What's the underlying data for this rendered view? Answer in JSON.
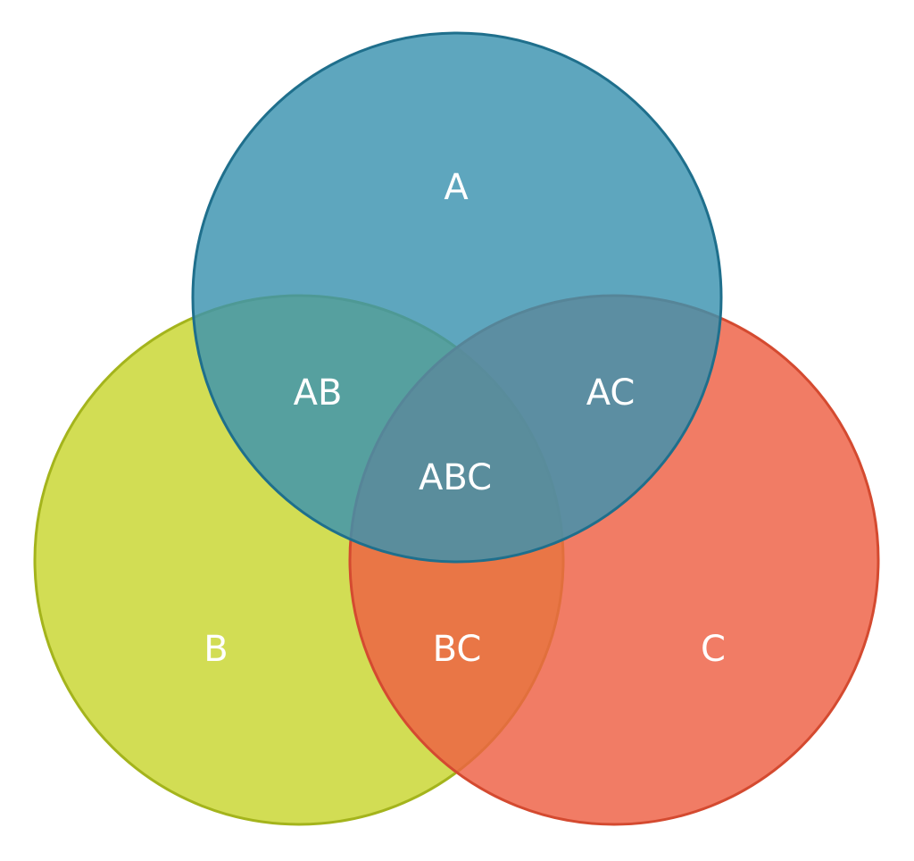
{
  "sets": [
    {
      "id": "a",
      "label": "A",
      "fill": "#3a93b0",
      "stroke": "#1f6f8c"
    },
    {
      "id": "b",
      "label": "B",
      "fill": "#c8d62e",
      "stroke": "#a4b41c"
    },
    {
      "id": "c",
      "label": "C",
      "fill": "#ee5f43",
      "stroke": "#d44a30"
    }
  ],
  "regions": {
    "a": "A",
    "b": "B",
    "c": "C",
    "ab": "AB",
    "ac": "AC",
    "bc": "BC",
    "abc": "ABC"
  }
}
